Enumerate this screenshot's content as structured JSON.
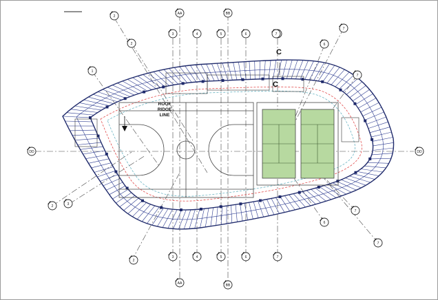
{
  "plan": {
    "roof_ridge_label": [
      "ROOF",
      "RIDGE",
      "LINE"
    ],
    "section_marker": "C"
  },
  "gridlines": {
    "vertical": [
      "1",
      "2",
      "3",
      "4",
      "5",
      "6",
      "7"
    ],
    "vertical_bottom_extra": "AA",
    "vertical_top_extra": [
      "AA",
      "BB"
    ],
    "horizontal": "DD"
  },
  "colors": {
    "shell": "#1f2a6b",
    "truss": "#2b3a8f",
    "court_green": "#b7d9a0",
    "setback_red": "#dd3333"
  }
}
